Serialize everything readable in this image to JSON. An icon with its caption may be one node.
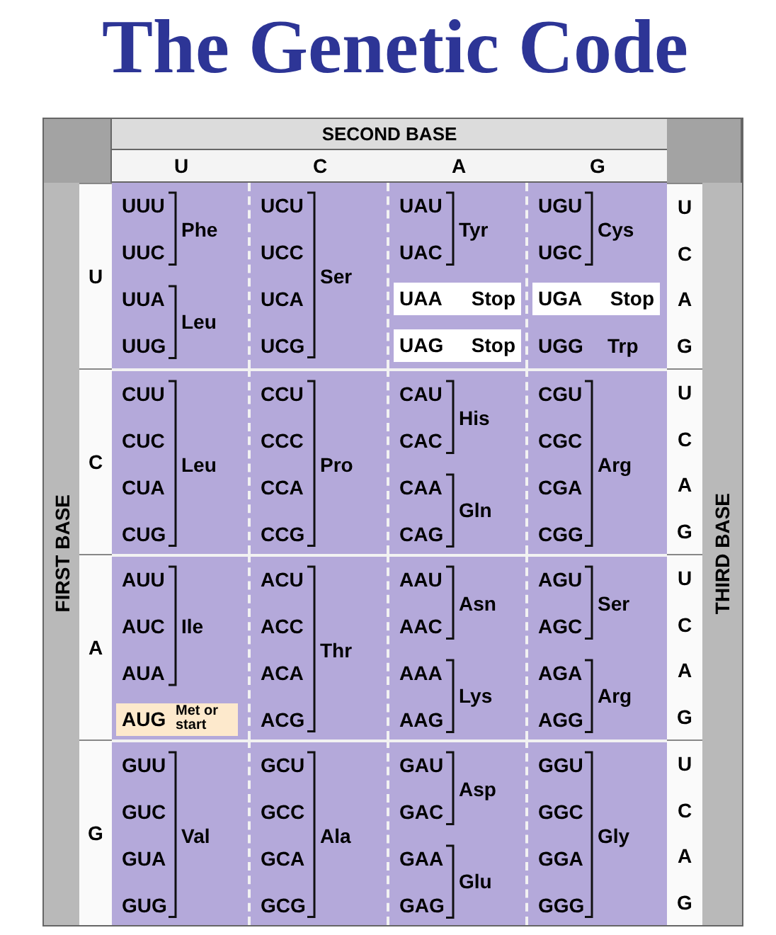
{
  "diagram": {
    "title": "The Genetic Code",
    "nodes": [
      {
        "text": [
          "UUU",
          "Phe",
          "UUC",
          "UUA",
          "Leu",
          "UUG"
        ]
      },
      {
        "text": [
          "UCU",
          "UCC",
          "Ser",
          "UCA",
          "UCG"
        ]
      },
      {
        "text": [
          "UAU",
          "Tyr",
          "UAC"
        ]
      },
      {
        "text": [
          "UAA",
          "Stop"
        ],
        "in": 2
      },
      {
        "text": [
          "UAG",
          "Stop"
        ],
        "in": 2
      },
      {
        "text": [
          "UGU",
          "Cys",
          "UGC",
          "UGG",
          "Trp"
        ]
      },
      {
        "text": [
          "UGA",
          "Stop"
        ],
        "in": 5
      },
      {
        "text": [
          "CUU",
          "CUC",
          "Leu",
          "CUA",
          "CUG"
        ]
      },
      {
        "text": [
          "CCU",
          "CCC",
          "Pro",
          "CCA",
          "CCG"
        ]
      },
      {
        "text": [
          "CAU",
          "His",
          "CAC",
          "CAA",
          "Gln",
          "CAG"
        ]
      },
      {
        "text": [
          "CGU",
          "CGC",
          "Arg",
          "CGA",
          "CGG"
        ]
      },
      {
        "text": [
          "AUU",
          "AUC",
          "Ile",
          "AUA"
        ]
      },
      {
        "text": [
          "AUG",
          "Met or start"
        ],
        "in": 11
      },
      {
        "text": [
          "ACU",
          "ACC",
          "Thr",
          "ACA",
          "ACG"
        ]
      },
      {
        "text": [
          "AAU",
          "Asn",
          "AAC",
          "AAA",
          "Lys",
          "AAG"
        ]
      },
      {
        "text": [
          "AGU",
          "Ser",
          "AGC",
          "AGA",
          "Arg",
          "AGG"
        ]
      },
      {
        "text": [
          "GUU",
          "GUC",
          "Val",
          "GUA",
          "GUG"
        ]
      },
      {
        "text": [
          "GCU",
          "GCC",
          "Ala",
          "GCA",
          "GCG"
        ]
      },
      {
        "text": [
          "GAU",
          "Asp",
          "GAC",
          "GAA",
          "Glu",
          "GAG"
        ]
      },
      {
        "text": [
          "GGU",
          "GGC",
          "Gly",
          "GGA",
          "GGG"
        ]
      }
    ],
    "labels": [
      "SECOND BASE",
      "U",
      "C",
      "A",
      "G",
      "FIRST BASE",
      "THIRD BASE",
      "U",
      "C",
      "A",
      "G",
      "U",
      "C",
      "A",
      "G",
      "U",
      "C",
      "A",
      "G",
      "U",
      "C",
      "A",
      "G",
      "U",
      "C",
      "A",
      "G"
    ]
  }
}
